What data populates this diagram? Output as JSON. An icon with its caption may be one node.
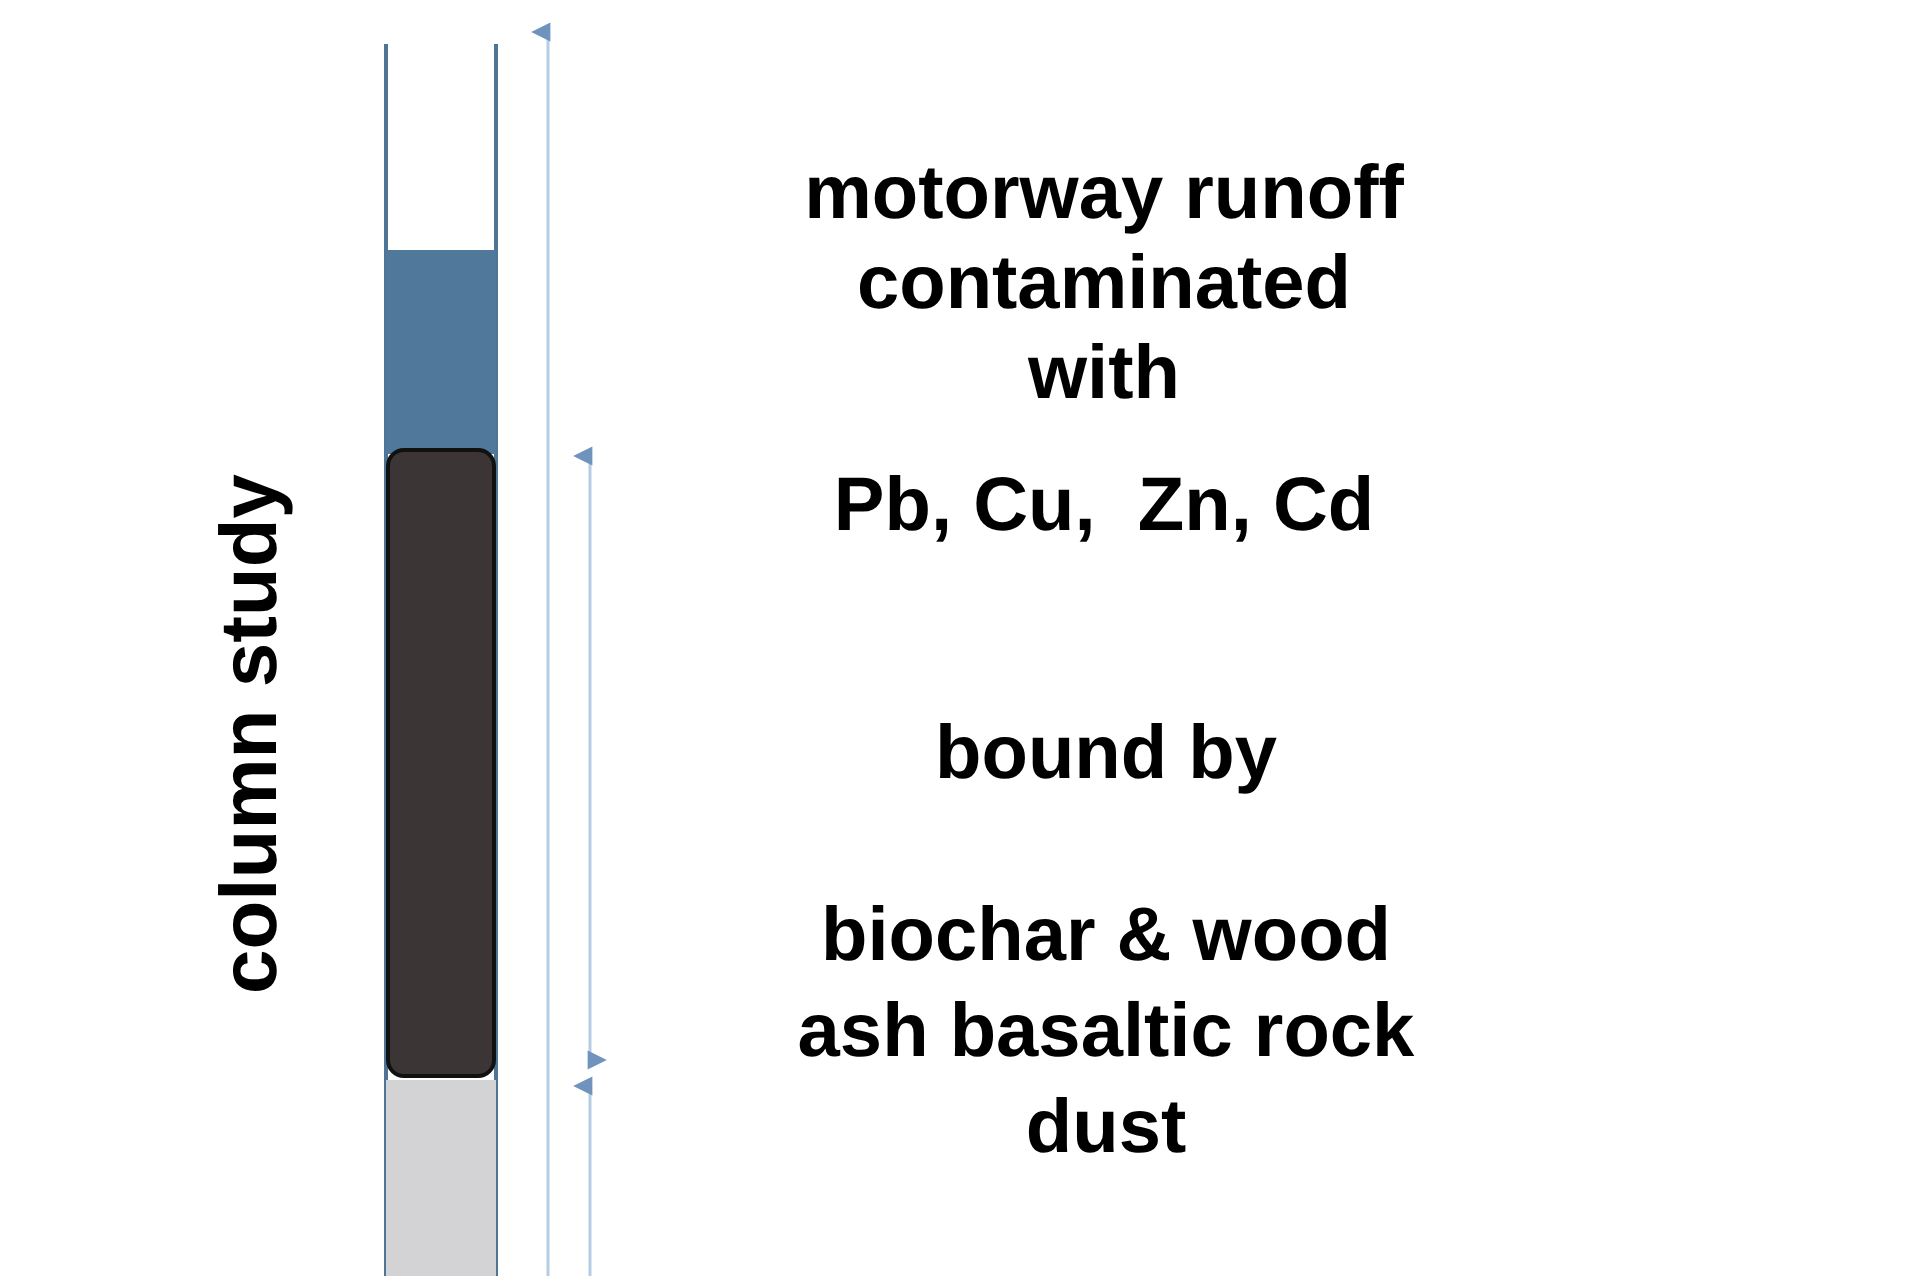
{
  "diagram": {
    "labels": [
      "column study",
      "motorway runoff contaminated with",
      "Pb, Cu,  Zn, Cd",
      "bound by",
      "biochar & wood ash basaltic rock dust"
    ]
  }
}
